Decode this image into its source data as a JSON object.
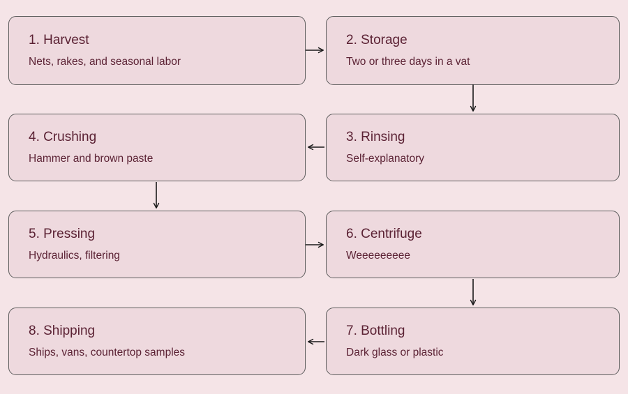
{
  "colors": {
    "page_background": "#f5e4e7",
    "box_fill": "#eed9de",
    "box_border": "#5c5c5c",
    "text": "#5b2234",
    "arrow": "#1a1a1a"
  },
  "steps": [
    {
      "title": "1. Harvest",
      "subtitle": "Nets, rakes, and seasonal labor"
    },
    {
      "title": "2. Storage",
      "subtitle": "Two or three days in a vat"
    },
    {
      "title": "3. Rinsing",
      "subtitle": "Self-explanatory"
    },
    {
      "title": "4. Crushing",
      "subtitle": "Hammer and brown paste"
    },
    {
      "title": "5. Pressing",
      "subtitle": "Hydraulics, filtering"
    },
    {
      "title": "6. Centrifuge",
      "subtitle": "Weeeeeeeee"
    },
    {
      "title": "7. Bottling",
      "subtitle": "Dark glass or plastic"
    },
    {
      "title": "8. Shipping",
      "subtitle": "Ships, vans, countertop samples"
    }
  ],
  "flow": [
    {
      "from": "1. Harvest",
      "to": "2. Storage",
      "direction": "right"
    },
    {
      "from": "2. Storage",
      "to": "3. Rinsing",
      "direction": "down"
    },
    {
      "from": "3. Rinsing",
      "to": "4. Crushing",
      "direction": "left"
    },
    {
      "from": "4. Crushing",
      "to": "5. Pressing",
      "direction": "down"
    },
    {
      "from": "5. Pressing",
      "to": "6. Centrifuge",
      "direction": "right"
    },
    {
      "from": "6. Centrifuge",
      "to": "7. Bottling",
      "direction": "down"
    },
    {
      "from": "7. Bottling",
      "to": "8. Shipping",
      "direction": "left"
    }
  ]
}
